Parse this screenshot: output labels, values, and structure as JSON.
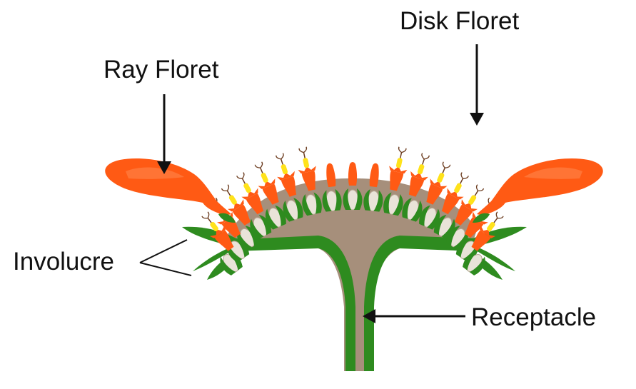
{
  "labels": {
    "disk_floret": "Disk Floret",
    "ray_floret": "Ray Floret",
    "involucre": "Involucre",
    "receptacle": "Receptacle"
  },
  "colors": {
    "petal_orange": "#ff5a14",
    "petal_highlight": "#ff8a50",
    "anther_yellow": "#ffe21a",
    "bract_green": "#2e8b1f",
    "receptacle_tan": "#a68f7b",
    "seed_light": "#e9e3d8",
    "arrow": "#111111"
  }
}
